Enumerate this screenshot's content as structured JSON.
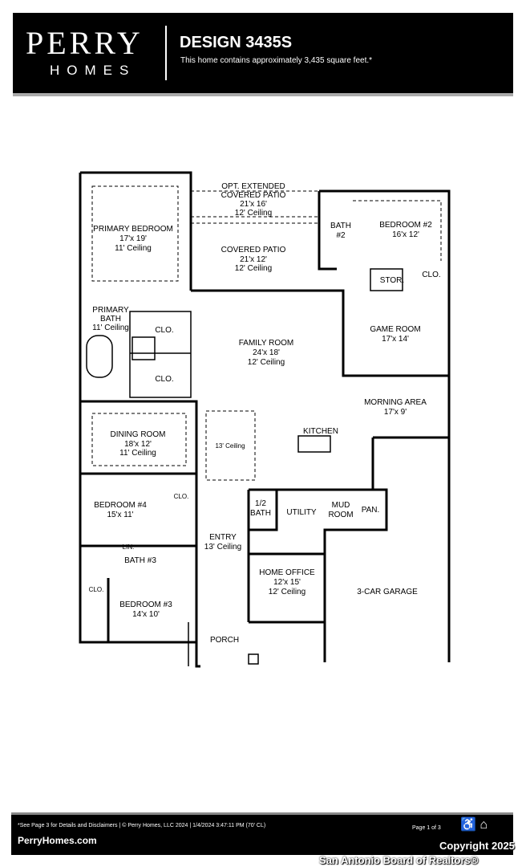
{
  "header": {
    "logo_top": "PERRY",
    "logo_bottom": "HOMES",
    "title": "DESIGN 3435S",
    "subtitle": "This home contains approximately 3,435 square feet.*"
  },
  "rooms": {
    "opt_patio": [
      "OPT. EXTENDED",
      "COVERED PATIO",
      "21'x 16'",
      "12' Ceiling"
    ],
    "primary_bedroom": [
      "PRIMARY BEDROOM",
      "17'x 19'",
      "11' Ceiling"
    ],
    "covered_patio": [
      "COVERED PATIO",
      "21'x 12'",
      "12' Ceiling"
    ],
    "bath2": [
      "BATH",
      "#2"
    ],
    "bedroom2": [
      "BEDROOM #2",
      "16'x 12'"
    ],
    "stor": "STOR.",
    "clo": "CLO.",
    "primary_bath": [
      "PRIMARY",
      "BATH",
      "11' Ceiling"
    ],
    "family_room": [
      "FAMILY ROOM",
      "24'x 18'",
      "12' Ceiling"
    ],
    "game_room": [
      "GAME ROOM",
      "17'x 14'"
    ],
    "morning_area": [
      "MORNING AREA",
      "17'x 9'"
    ],
    "kitchen": "KITCHEN",
    "dining_room": [
      "DINING ROOM",
      "18'x 12'",
      "11' Ceiling"
    ],
    "gallery": "13' Ceiling",
    "bedroom4": [
      "BEDROOM #4",
      "15'x 11'"
    ],
    "half_bath": [
      "1/2",
      "BATH"
    ],
    "utility": "UTILITY",
    "mud_room": [
      "MUD",
      "ROOM"
    ],
    "pan": "PAN.",
    "entry": [
      "ENTRY",
      "13' Ceiling"
    ],
    "lin": "LIN.",
    "bath3": "BATH #3",
    "home_office": [
      "HOME OFFICE",
      "12'x 15'",
      "12' Ceiling"
    ],
    "garage": "3-CAR GARAGE",
    "bedroom3": [
      "BEDROOM #3",
      "14'x 10'"
    ],
    "porch": "PORCH"
  },
  "footer": {
    "disclaimer": "*See Page 3 for Details and Disclaimers  |  © Perry Homes, LLC 2024  |  1/4/2024 3:47:11 PM     (70' CL)",
    "website": "PerryHomes.com",
    "page": "Page 1 of 3",
    "watermark_line1": "Copyright 2025",
    "watermark_line2": "San Antonio Board of Realtors®"
  }
}
